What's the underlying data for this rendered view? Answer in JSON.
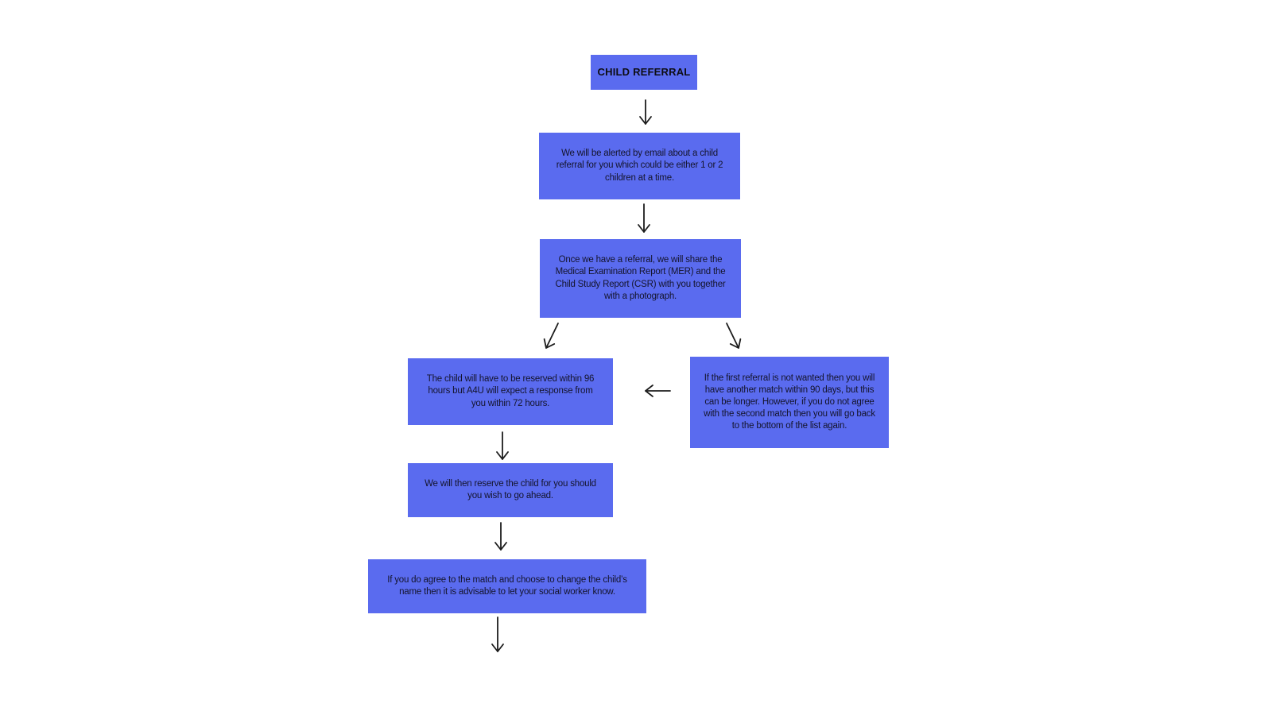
{
  "page": {
    "background_color": "#ffffff",
    "kind": "flowchart"
  },
  "colors": {
    "node_fill": "#5a6bef",
    "node_text": "#14142b",
    "arrow_stroke": "#1c1c1c"
  },
  "flowchart": {
    "title": "CHILD REFERRAL",
    "nodes": [
      {
        "id": "start",
        "text": "CHILD REFERRAL"
      },
      {
        "id": "email-alert",
        "text": "We will be alerted by email about a child\nreferral for you which could be either 1 or 2\nchildren at a time."
      },
      {
        "id": "share-reports",
        "text": "Once we have a referral, we will share the\nMedical Examination Report (MER) and the\nChild Study Report (CSR) with you together\nwith a photograph."
      },
      {
        "id": "reserve-window",
        "text": "The child will have to be reserved within 96\nhours but A4U will expect a response from\nyou within 72 hours."
      },
      {
        "id": "second-match",
        "text": "If the first referral is not wanted then you will\nhave another match within 90 days, but this\ncan be longer. However, if you do not agree\nwith the second match then you will go back\nto the bottom of the list again."
      },
      {
        "id": "reserve-child",
        "text": "We will then reserve the child for you should\nyou wish to go ahead."
      },
      {
        "id": "name-change",
        "text": "If you do agree to the match and choose to change the child’s\nname then it is advisable to let your social worker know."
      }
    ],
    "edges": [
      {
        "from": "start",
        "to": "email-alert",
        "direction": "down"
      },
      {
        "from": "email-alert",
        "to": "share-reports",
        "direction": "down"
      },
      {
        "from": "share-reports",
        "to": "reserve-window",
        "direction": "down-left"
      },
      {
        "from": "share-reports",
        "to": "second-match",
        "direction": "down-right"
      },
      {
        "from": "second-match",
        "to": "reserve-window",
        "direction": "left"
      },
      {
        "from": "reserve-window",
        "to": "reserve-child",
        "direction": "down"
      },
      {
        "from": "reserve-child",
        "to": "name-change",
        "direction": "down"
      },
      {
        "from": "name-change",
        "to": "off-canvas",
        "direction": "down"
      }
    ]
  }
}
